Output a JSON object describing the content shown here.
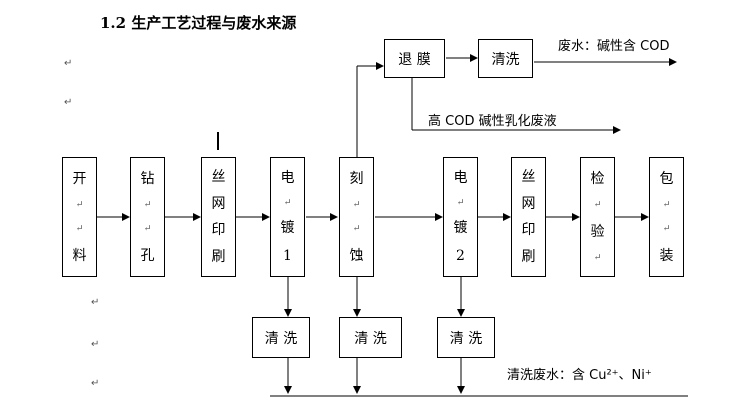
{
  "title": "1.2 生产工艺过程与废水来源",
  "process_steps": [
    {
      "chars": [
        "开",
        "料"
      ]
    },
    {
      "chars": [
        "钻",
        "孔"
      ]
    },
    {
      "chars": [
        "丝",
        "网",
        "印",
        "刷"
      ]
    },
    {
      "chars": [
        "电",
        "镀",
        "1"
      ]
    },
    {
      "chars": [
        "刻",
        "蚀"
      ]
    },
    {
      "chars": [
        "电",
        "镀",
        "2"
      ]
    },
    {
      "chars": [
        "丝",
        "网",
        "印",
        "刷"
      ]
    },
    {
      "chars": [
        "检",
        "验"
      ]
    },
    {
      "chars": [
        "包",
        "装"
      ]
    }
  ],
  "top_branch": {
    "strip_label": "退 膜",
    "rinse_label": "清洗",
    "rinse_wastewater": "废水：碱性含 COD",
    "strip_wastewater": "高 COD 碱性乳化废液"
  },
  "rinse_boxes": [
    "清 洗",
    "清 洗",
    "清 洗"
  ],
  "bottom_wastewater": "清洗废水：含 Cu²⁺、Ni⁺",
  "paragraph_mark": "↵"
}
